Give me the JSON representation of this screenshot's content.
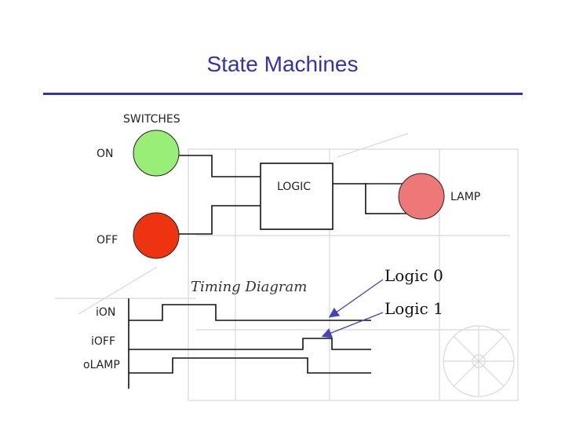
{
  "slide": {
    "title": "State Machines"
  },
  "diagram": {
    "switches_label": "SWITCHES",
    "on_label": "ON",
    "off_label": "OFF",
    "logic_label": "LOGIC",
    "lamp_label": "LAMP",
    "timing_title": "Timing Diagram",
    "logic0_label": "Logic 0",
    "logic1_label": "Logic 1",
    "signals": [
      "iON",
      "iOFF",
      "oLAMP"
    ]
  },
  "colors": {
    "title": "#3333aa",
    "on_switch": "#99ee77",
    "off_switch": "#ee3311",
    "lamp": "#ee7777",
    "arrow": "#4444bb"
  }
}
